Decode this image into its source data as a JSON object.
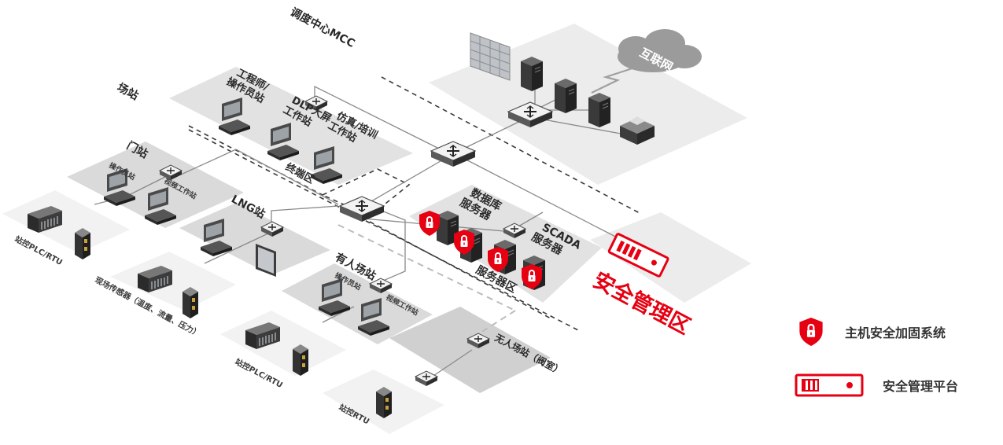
{
  "colors": {
    "accent": "#e60012",
    "zone": "#dcdcdc",
    "zone_light": "#ececec",
    "line": "#7a7a7a",
    "device": "#3a3a3a"
  },
  "labels": {
    "mcc": "调度中心MCC",
    "station": "场站",
    "internet": "互联网",
    "engineer_station": "工程师/\n操作员站",
    "dlp_station": "DLP大屏\n工作站",
    "sim_station": "仿真/培训\n工作站",
    "terminal_zone": "终端区",
    "gate_station": "门站",
    "gate_operator": "操作员站",
    "gate_video": "视频工作站",
    "lng_station": "LNG站",
    "db_server": "数据库\n服务器",
    "scada_server": "SCADA\n服务器",
    "server_zone": "服务器区",
    "security_zone": "安全管理区",
    "manned_station": "有人场站",
    "manned_operator": "操作员站",
    "manned_video": "视频工作站",
    "unmanned_station": "无人场站（阀室）",
    "plc_rtu_1": "站控PLC/RTU",
    "field_sensors": "现场传感器（温度、流量、压力）",
    "plc_rtu_2": "站控PLC/RTU",
    "rtu": "站控RTU"
  },
  "legend": {
    "host_security": "主机安全加固系统",
    "security_platform": "安全管理平台"
  },
  "icons": {
    "shield": "shield-lock-icon",
    "platform": "security-appliance-icon",
    "switch": "network-switch-icon",
    "workstation": "workstation-icon",
    "server": "server-tower-icon",
    "plc": "plc-rack-icon",
    "cloud": "cloud-icon"
  }
}
